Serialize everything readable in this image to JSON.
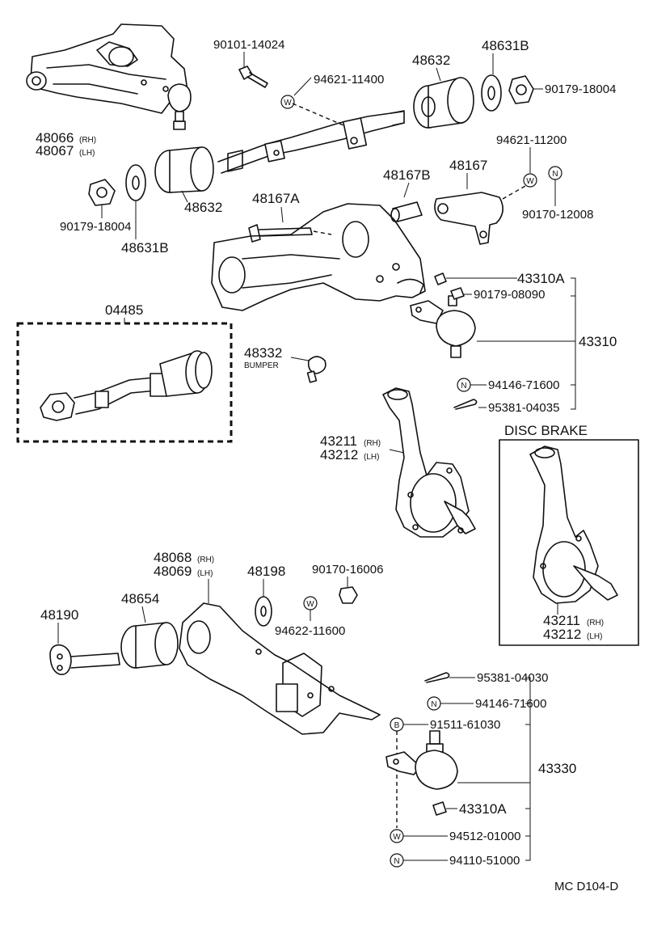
{
  "labels": {
    "p48066": "48066",
    "p48067": "48067",
    "rh": "(RH)",
    "lh": "(LH)",
    "p90101": "90101-14024",
    "p94621_11400": "94621-11400",
    "p48632_top": "48632",
    "p48631b_top": "48631B",
    "p90179_18004_top": "90179-18004",
    "p94621_11200": "94621-11200",
    "p90170_12008": "90170-12008",
    "p48167b": "48167B",
    "p48167": "48167",
    "p48167a": "48167A",
    "p48632_left": "48632",
    "p90179_18004_left": "90179-18004",
    "p48631b_left": "48631B",
    "p43310a_top": "43310A",
    "p90179_08090": "90179-08090",
    "p43310": "43310",
    "p94146_71600_top": "94146-71600",
    "p95381_04035": "95381-04035",
    "p04485": "04485",
    "p48332": "48332",
    "bumper": "BUMPER",
    "p43211": "43211",
    "p43212": "43212",
    "disc_brake": "DISC  BRAKE",
    "p43211_disc": "43211",
    "p43212_disc": "43212",
    "p48068": "48068",
    "p48069": "48069",
    "p48198": "48198",
    "p90170_16006": "90170-16006",
    "p94622_11600": "94622-11600",
    "p48654": "48654",
    "p48190": "48190",
    "p95381_04030": "95381-04030",
    "p94146_71600_bot": "94146-71600",
    "p91511_61030": "91511-61030",
    "p43330": "43330",
    "p43310a_bot": "43310A",
    "p94512_01000": "94512-01000",
    "p94110_51000": "94110-51000",
    "footer": "MC  D104-D"
  },
  "symbols": {
    "washer": "W",
    "nut": "N",
    "bolt": "B"
  },
  "icons": [
    "upper-arm-icon",
    "ball-joint-icon",
    "bushing-icon",
    "washer-icon",
    "nut-icon",
    "bolt-icon",
    "knuckle-icon",
    "lower-arm-icon",
    "cotter-pin-icon",
    "bumper-icon"
  ]
}
